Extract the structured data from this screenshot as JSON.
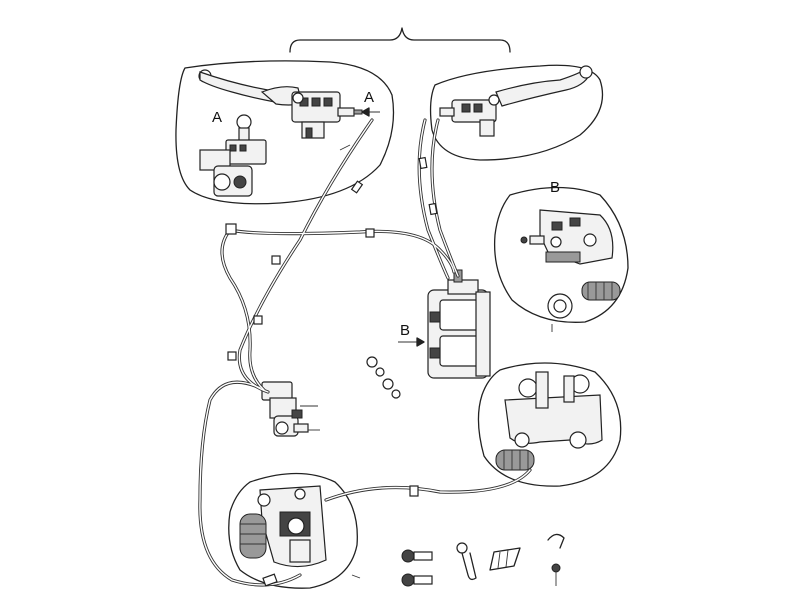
{
  "callouts": {
    "a_top": "A",
    "a_left": "A",
    "b_inset": "B",
    "b_caliper": "B"
  }
}
